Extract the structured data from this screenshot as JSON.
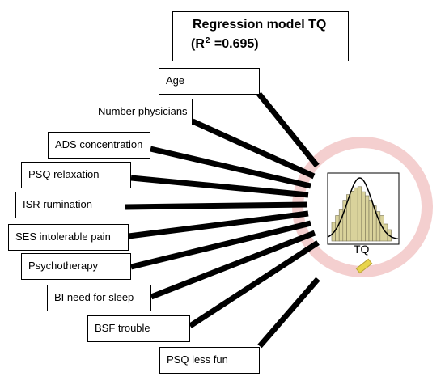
{
  "title": {
    "line1": "Regression model  TQ",
    "r2_prefix": "(R",
    "r2_sup": "2",
    "r2_suffix": " =0.695)"
  },
  "predictors": [
    "Age",
    "Number physicians",
    "ADS concentration",
    "PSQ relaxation",
    "ISR rumination",
    "SES intolerable pain",
    "Psychotherapy",
    "BI need for sleep",
    "BSF trouble",
    "PSQ less fun"
  ],
  "target": {
    "label": "TQ",
    "icon": "ruler-icon",
    "histogram_relative_heights": [
      0.33,
      0.45,
      0.55,
      0.72,
      0.82,
      0.88,
      0.94,
      0.96,
      0.87,
      0.8,
      0.72,
      0.62,
      0.52,
      0.45,
      0.3,
      0.2
    ]
  },
  "colors": {
    "ring": "#f4cfcf",
    "bars": "#d9d29b",
    "bar_edge": "#7a7455",
    "connector": "#000000"
  }
}
